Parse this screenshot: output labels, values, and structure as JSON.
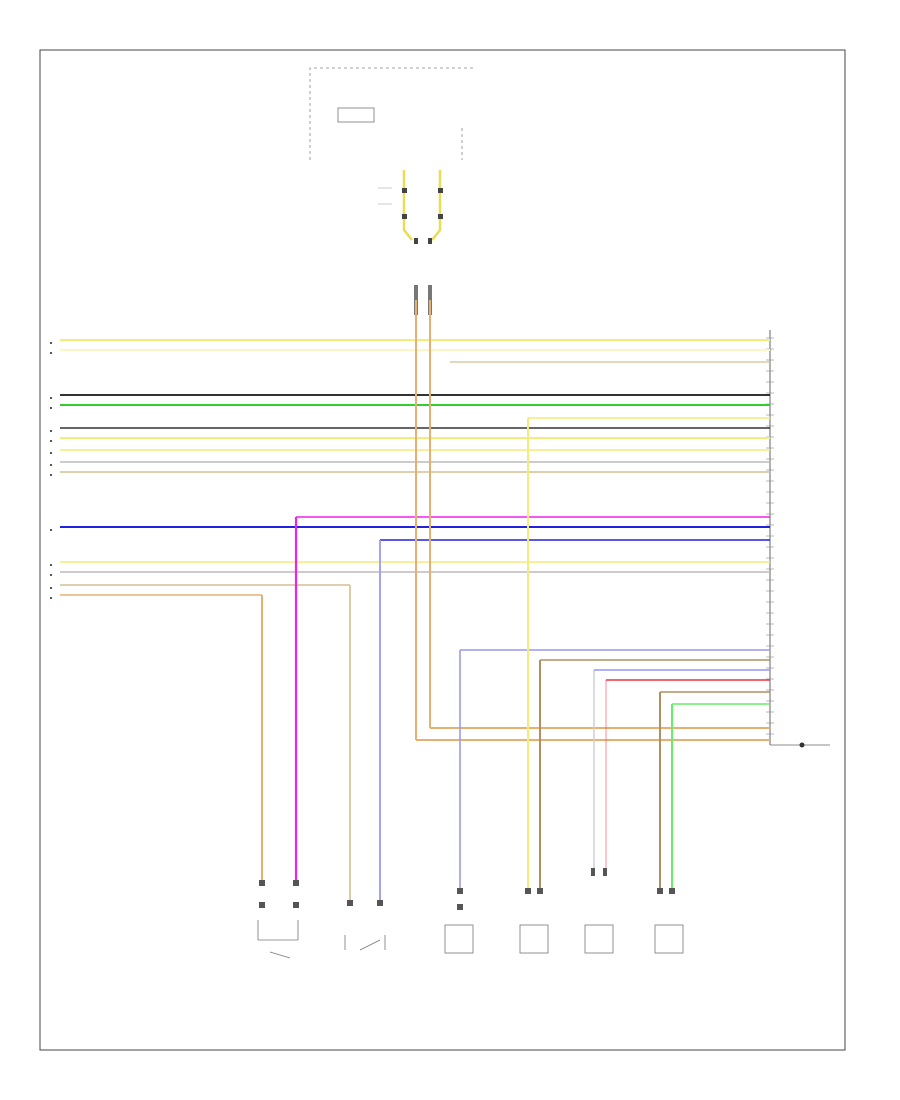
{
  "diagram": {
    "footer": "",
    "colors": {
      "frame": "#444444",
      "yellow": "#f4ec7a",
      "lightyellow": "#fbf6c6",
      "black": "#333333",
      "green": "#33cc33",
      "tan": "#d4c090",
      "gray": "#cccccc",
      "blue": "#2222dd",
      "lightblue": "#9999ee",
      "pink": "#ee22ee",
      "orange": "#e8b070",
      "brown": "#b09060",
      "red": "#ee3344",
      "lightgreen": "#66ee66"
    },
    "top_module": {
      "caption_left": "",
      "caption_mid": "",
      "caption_right": ""
    },
    "labels_left": {
      "a": "",
      "b": ""
    },
    "connector_caption": "",
    "ecu_caption": "",
    "components": [
      {
        "id": "comp-1",
        "caption": ""
      },
      {
        "id": "comp-2",
        "caption": ""
      },
      {
        "id": "comp-3",
        "caption": ""
      },
      {
        "id": "comp-4",
        "caption": ""
      },
      {
        "id": "comp-5",
        "caption": ""
      },
      {
        "id": "comp-6",
        "caption": ""
      }
    ]
  }
}
